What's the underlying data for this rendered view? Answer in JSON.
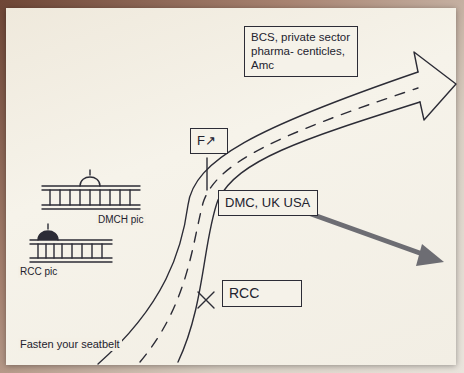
{
  "diagram": {
    "nodes": [
      {
        "text": [
          "BCS, private sector pharma- centicles, Amc"
        ]
      },
      {
        "text": [
          "F↗"
        ]
      },
      {
        "text": [
          "DMC, UK USA"
        ]
      },
      {
        "text": [
          "RCC"
        ]
      }
    ],
    "labels": [
      "DMCH pic",
      "RCC pic",
      "Fasten your seatbelt"
    ]
  }
}
